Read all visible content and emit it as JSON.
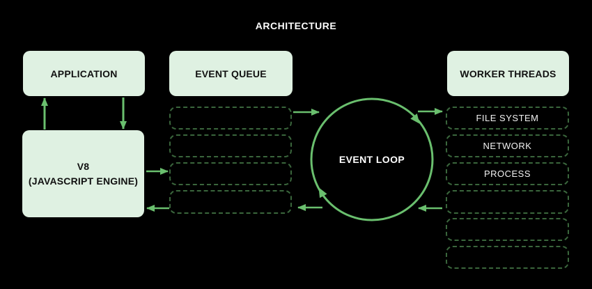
{
  "title": "ARCHITECTURE",
  "colors": {
    "background": "#000000",
    "node_fill": "#dff1e2",
    "accent_green": "#6abf6e",
    "dashed_border_green": "#3a663c",
    "node_text": "#111111",
    "light_text": "#ffffff"
  },
  "nodes": {
    "application": {
      "label": "APPLICATION"
    },
    "v8": {
      "line1": "V8",
      "line2": "(JAVASCRIPT ENGINE)"
    },
    "event_queue": {
      "header": "EVENT QUEUE",
      "slots": [
        "",
        "",
        "",
        ""
      ]
    },
    "event_loop": {
      "label": "EVENT LOOP",
      "direction": "clockwise"
    },
    "worker_threads": {
      "header": "WORKER THREADS",
      "slots": [
        "FILE SYSTEM",
        "NETWORK",
        "PROCESS",
        "",
        "",
        ""
      ]
    }
  },
  "edges": [
    {
      "from": "v8",
      "to": "application"
    },
    {
      "from": "application",
      "to": "v8"
    },
    {
      "from": "v8",
      "to": "event-queue-slot-3"
    },
    {
      "from": "event-queue-slot-4",
      "to": "v8"
    },
    {
      "from": "event-queue-slot-1",
      "to": "event-loop"
    },
    {
      "from": "event-loop",
      "to": "event-queue-slot-4"
    },
    {
      "from": "event-loop",
      "to": "worker-threads-slot-file-system"
    },
    {
      "from": "worker-threads-slot-4",
      "to": "event-loop"
    }
  ]
}
